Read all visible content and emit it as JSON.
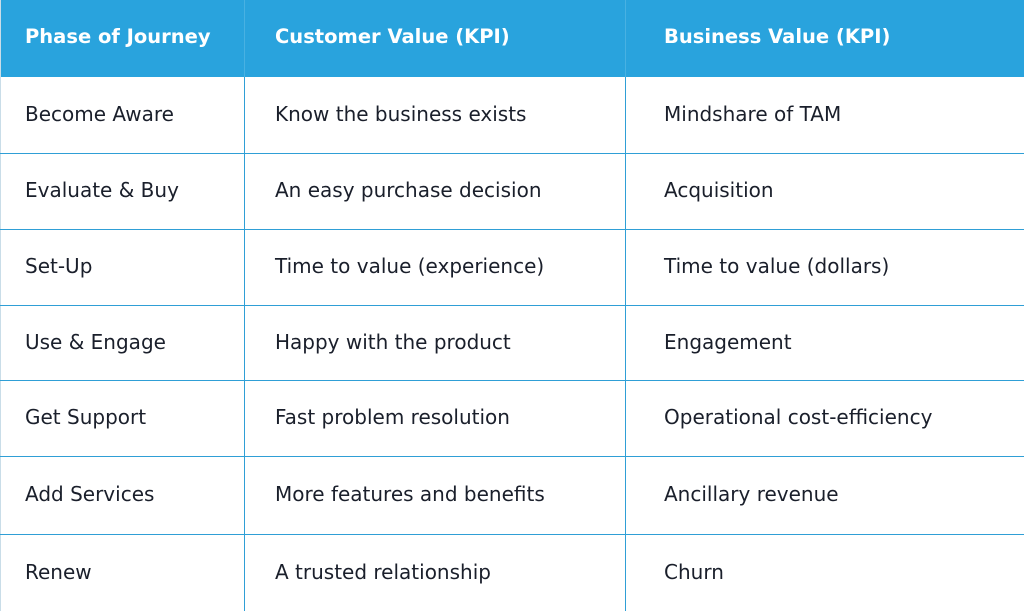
{
  "table": {
    "headers": [
      "Phase of Journey",
      "Customer Value (KPI)",
      "Business Value (KPI)"
    ],
    "rows": [
      [
        "Become Aware",
        "Know the business exists",
        "Mindshare of TAM"
      ],
      [
        "Evaluate & Buy",
        "An easy purchase decision",
        "Acquisition"
      ],
      [
        "Set-Up",
        "Time to value (experience)",
        "Time to value (dollars)"
      ],
      [
        "Use & Engage",
        "Happy with the product",
        "Engagement"
      ],
      [
        "Get Support",
        "Fast problem resolution",
        "Operational cost-efficiency"
      ],
      [
        "Add Services",
        "More features and benefits",
        "Ancillary revenue"
      ],
      [
        "Renew",
        "A trusted relationship",
        "Churn"
      ]
    ]
  },
  "colors": {
    "header_background": "#29a3dd",
    "header_text": "#ffffff",
    "grid_lines": "#2f9fd6",
    "body_text": "#1a1f2b"
  }
}
